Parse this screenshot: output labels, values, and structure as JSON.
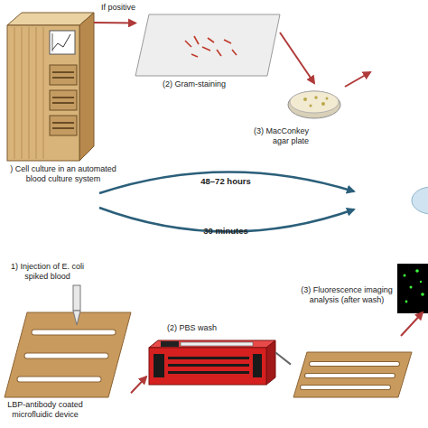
{
  "diagram": {
    "nodes": [
      {
        "text": [
          ") Cell culture in an automated blood culture system"
        ]
      },
      {
        "text": [
          "(2) Gram-staining"
        ]
      },
      {
        "text": [
          "(3) MacConkey agar plate"
        ]
      },
      {
        "text": [
          "1) Injection of E. coli spiked blood",
          "LBP-antibody coated microfluidic device"
        ]
      },
      {
        "text": [
          "(2) PBS wash"
        ]
      },
      {
        "text": [
          "(3) Fluorescence imaging analysis (after wash)"
        ]
      }
    ],
    "edges": [
      {
        "from": 0,
        "to": 1,
        "arrow": "to",
        "label": "If positive"
      },
      {
        "from": 1,
        "to": 2,
        "arrow": "to"
      },
      {
        "from": 3,
        "to": 4,
        "arrow": "to"
      },
      {
        "from": 4,
        "to": 5,
        "arrow": "none"
      }
    ],
    "labels": [
      "48–72 hours",
      "30 minutes"
    ]
  }
}
